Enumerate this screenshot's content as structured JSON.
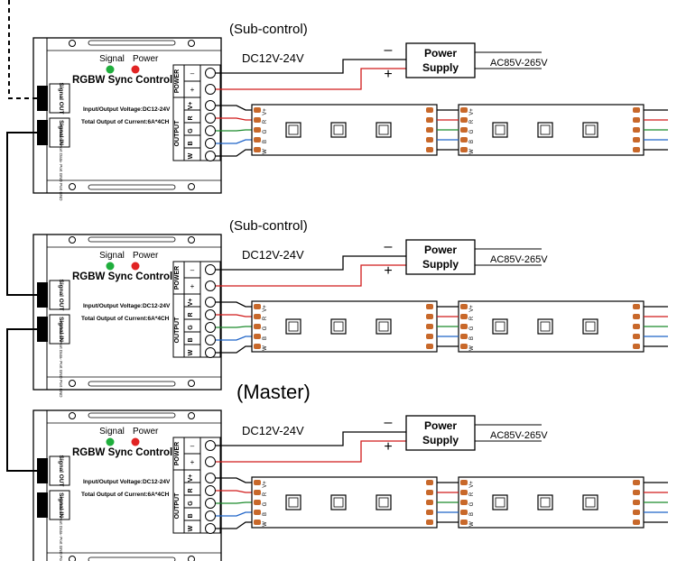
{
  "colors": {
    "red": "#d11a1a",
    "green": "#1a8a2a",
    "blue": "#1e63c8",
    "black": "#000000",
    "led_green": "#1fae3c",
    "led_red": "#e12424",
    "connector": "#c8682a"
  },
  "units": [
    {
      "role": "(Sub-control)",
      "controller": {
        "signal_label": "Signal",
        "power_label": "Power",
        "model": "RGBW Sync Controller",
        "spec_voltage": "Input/Output Voltage:DC12-24V",
        "spec_current": "Total Output of Current:6A*4CH",
        "signal_out": "Signal OUT",
        "signal_in": "Signal IN",
        "pins": "Port Data+ Port Data- Port GND Port GND",
        "power_block": "POWER",
        "output_block": "OUTPUT",
        "minus": "–",
        "plus": "+",
        "channels": [
          "V+",
          "R",
          "G",
          "B",
          "W"
        ]
      },
      "dc_voltage": "DC12V-24V",
      "supply_title": "Power",
      "supply_subtitle": "Supply",
      "ac_voltage": "AC85V-265V",
      "strip_pins": [
        "V+",
        "R",
        "G",
        "B",
        "W"
      ]
    },
    {
      "role": "(Sub-control)",
      "controller": {
        "signal_label": "Signal",
        "power_label": "Power",
        "model": "RGBW Sync Controller",
        "spec_voltage": "Input/Output Voltage:DC12-24V",
        "spec_current": "Total Output of Current:6A*4CH",
        "signal_out": "Signal OUT",
        "signal_in": "Signal IN",
        "pins": "Port Data+ Port Data- Port GND Port GND",
        "power_block": "POWER",
        "output_block": "OUTPUT",
        "minus": "–",
        "plus": "+",
        "channels": [
          "V+",
          "R",
          "G",
          "B",
          "W"
        ]
      },
      "dc_voltage": "DC12V-24V",
      "supply_title": "Power",
      "supply_subtitle": "Supply",
      "ac_voltage": "AC85V-265V",
      "strip_pins": [
        "V+",
        "R",
        "G",
        "B",
        "W"
      ]
    },
    {
      "role": "(Master)",
      "controller": {
        "signal_label": "Signal",
        "power_label": "Power",
        "model": "RGBW Sync Controller",
        "spec_voltage": "Input/Output Voltage:DC12-24V",
        "spec_current": "Total Output of Current:6A*4CH",
        "signal_out": "Signal OUT",
        "signal_in": "Signal IN",
        "pins": "Port Data+ Port Data- Port GND Port GND",
        "power_block": "POWER",
        "output_block": "OUTPUT",
        "minus": "–",
        "plus": "+",
        "channels": [
          "V+",
          "R",
          "G",
          "B",
          "W"
        ]
      },
      "dc_voltage": "DC12V-24V",
      "supply_title": "Power",
      "supply_subtitle": "Supply",
      "ac_voltage": "AC85V-265V",
      "strip_pins": [
        "V+",
        "R",
        "G",
        "B",
        "W"
      ]
    }
  ]
}
